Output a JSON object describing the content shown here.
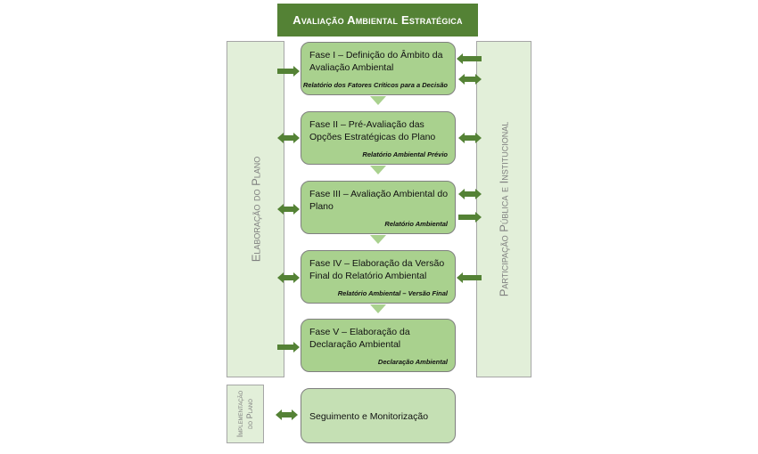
{
  "title": "Avaliação Ambiental Estratégica",
  "left_panel": "Elaboração do Plano",
  "right_panel": "Participação Pública e Institucional",
  "impl_panel": [
    "Implementação",
    "do Plano"
  ],
  "phases": [
    {
      "title": "Fase I – Definição do Âmbito da Avaliação Ambiental",
      "report": "Relatório dos Fatores Críticos para a Decisão"
    },
    {
      "title": "Fase II – Pré-Avaliação das Opções Estratégicas do Plano",
      "report": "Relatório Ambiental Prévio"
    },
    {
      "title": "Fase III – Avaliação Ambiental do Plano",
      "report": "Relatório Ambiental"
    },
    {
      "title": "Fase IV – Elaboração da Versão Final do Relatório Ambiental",
      "report": "Relatório Ambiental – Versão Final"
    },
    {
      "title": "Fase V – Elaboração da Declaração Ambiental",
      "report": "Declaração Ambiental"
    }
  ],
  "monitoring": "Seguimento e Monitorização",
  "colors": {
    "dark_green": "#548235",
    "light_green": "#a9d18e",
    "pale_green": "#e2efd9"
  }
}
